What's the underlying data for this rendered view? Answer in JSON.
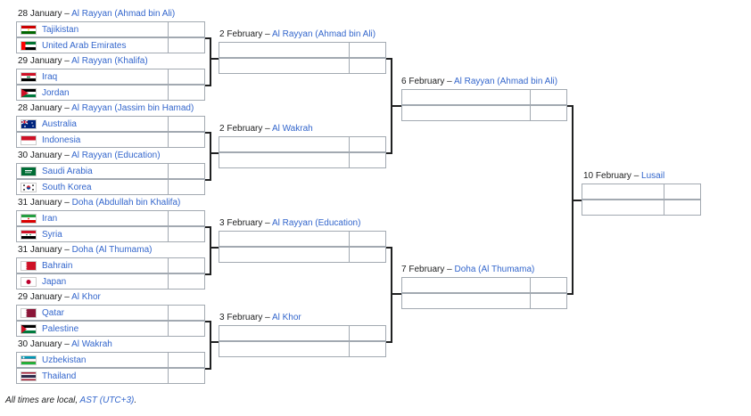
{
  "r16": [
    {
      "header": {
        "date": "28 January",
        "venue": "Al Rayyan (Ahmad bin Ali)"
      },
      "teams": [
        {
          "name": "Tajikistan",
          "flag": "tajikistan"
        },
        {
          "name": "United Arab Emirates",
          "flag": "uae"
        }
      ]
    },
    {
      "header": {
        "date": "29 January",
        "venue": "Al Rayyan (Khalifa)"
      },
      "teams": [
        {
          "name": "Iraq",
          "flag": "iraq"
        },
        {
          "name": "Jordan",
          "flag": "jordan"
        }
      ]
    },
    {
      "header": {
        "date": "28 January",
        "venue": "Al Rayyan (Jassim bin Hamad)"
      },
      "teams": [
        {
          "name": "Australia",
          "flag": "australia"
        },
        {
          "name": "Indonesia",
          "flag": "indonesia"
        }
      ]
    },
    {
      "header": {
        "date": "30 January",
        "venue": "Al Rayyan (Education)"
      },
      "teams": [
        {
          "name": "Saudi Arabia",
          "flag": "saudi"
        },
        {
          "name": "South Korea",
          "flag": "korea"
        }
      ]
    },
    {
      "header": {
        "date": "31 January",
        "venue": "Doha (Abdullah bin Khalifa)"
      },
      "teams": [
        {
          "name": "Iran",
          "flag": "iran"
        },
        {
          "name": "Syria",
          "flag": "syria"
        }
      ]
    },
    {
      "header": {
        "date": "31 January",
        "venue": "Doha (Al Thumama)"
      },
      "teams": [
        {
          "name": "Bahrain",
          "flag": "bahrain"
        },
        {
          "name": "Japan",
          "flag": "japan"
        }
      ]
    },
    {
      "header": {
        "date": "29 January",
        "venue": "Al Khor"
      },
      "teams": [
        {
          "name": "Qatar",
          "flag": "qatar"
        },
        {
          "name": "Palestine",
          "flag": "palestine"
        }
      ]
    },
    {
      "header": {
        "date": "30 January",
        "venue": "Al Wakrah"
      },
      "teams": [
        {
          "name": "Uzbekistan",
          "flag": "uzbekistan"
        },
        {
          "name": "Thailand",
          "flag": "thailand"
        }
      ]
    }
  ],
  "qf": [
    {
      "header": {
        "date": "2 February",
        "venue": "Al Rayyan (Ahmad bin Ali)"
      }
    },
    {
      "header": {
        "date": "2 February",
        "venue": "Al Wakrah"
      }
    },
    {
      "header": {
        "date": "3 February",
        "venue": "Al Rayyan (Education)"
      }
    },
    {
      "header": {
        "date": "3 February",
        "venue": "Al Khor"
      }
    }
  ],
  "sf": [
    {
      "header": {
        "date": "6 February",
        "venue": "Al Rayyan (Ahmad bin Ali)"
      }
    },
    {
      "header": {
        "date": "7 February",
        "venue": "Doha (Al Thumama)"
      }
    }
  ],
  "final": {
    "header": {
      "date": "10 February",
      "venue": "Lusail"
    }
  },
  "dash": "–",
  "note": {
    "prefix": "All times are local, ",
    "link": "AST (UTC+3)",
    "suffix": "."
  }
}
